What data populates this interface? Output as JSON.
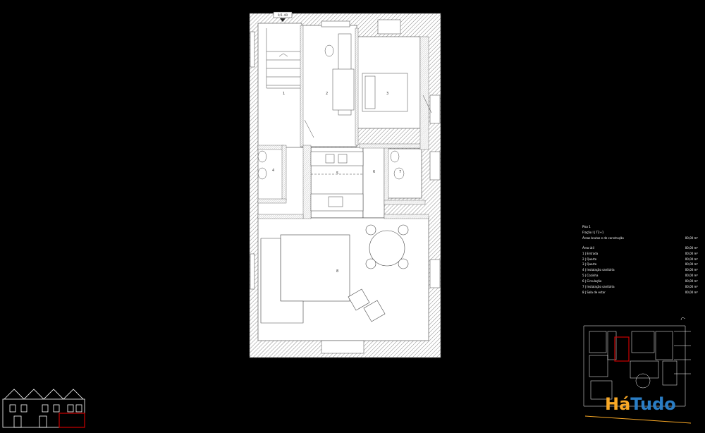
{
  "plan": {
    "level_label": "0/1.40",
    "rooms": [
      {
        "id": "room-1",
        "label": "1"
      },
      {
        "id": "room-2",
        "label": "2"
      },
      {
        "id": "room-3",
        "label": "3"
      },
      {
        "id": "room-4",
        "label": "4"
      },
      {
        "id": "room-5",
        "label": "5"
      },
      {
        "id": "room-6",
        "label": "6"
      },
      {
        "id": "room-7",
        "label": "7"
      },
      {
        "id": "room-8",
        "label": "8"
      }
    ]
  },
  "legend": {
    "line1": "Piso 1",
    "line2": "Fração I | T2+1",
    "line3": "Áreas brutas e de construção",
    "line3_value": "00,00 m²",
    "rows": [
      {
        "label": "Área útil",
        "value": "00,00 m²"
      },
      {
        "label": "1 | Entrada",
        "value": "00,00 m²"
      },
      {
        "label": "2 | Quarto",
        "value": "00,00 m²"
      },
      {
        "label": "3 | Quarto",
        "value": "00,00 m²"
      },
      {
        "label": "4 | Instalação sanitária",
        "value": "00,00 m²"
      },
      {
        "label": "5 | Cozinha",
        "value": "00,00 m²"
      },
      {
        "label": "6 | Circulação",
        "value": "00,00 m²"
      },
      {
        "label": "7 | Instalação sanitária",
        "value": "00,00 m²"
      },
      {
        "label": "8 | Sala de estar",
        "value": "00,00 m²"
      }
    ]
  },
  "logo": {
    "part1": "Há",
    "part2": "Tudo"
  },
  "colors": {
    "background": "#000000",
    "floor": "#ffffff",
    "wall_hatch": "#9a9a9a",
    "highlight": "#cc0000",
    "logo_orange": "#f9a825",
    "logo_blue": "#2a7dc4"
  }
}
